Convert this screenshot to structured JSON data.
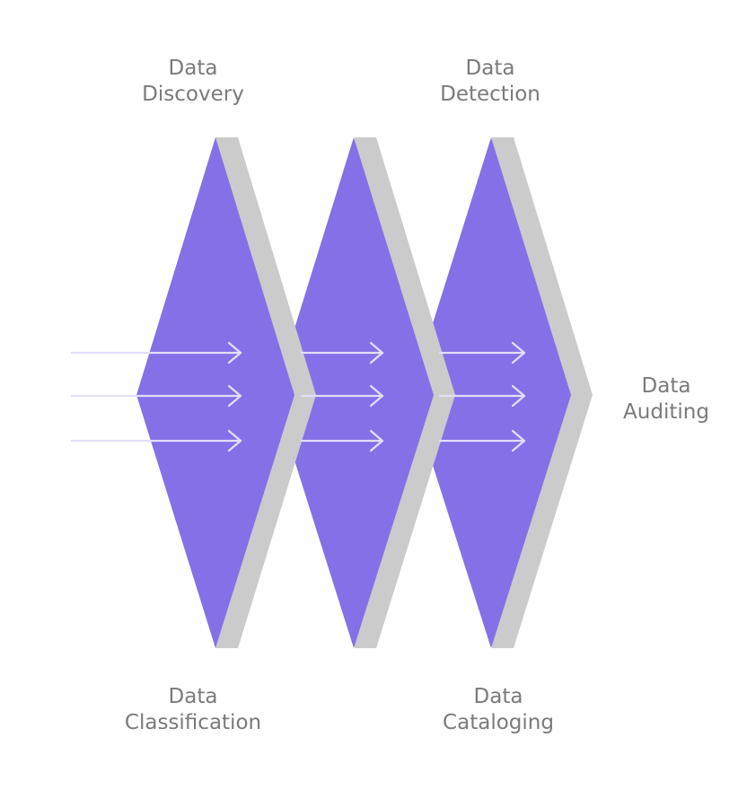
{
  "colors": {
    "panel_fill": "#8570e8",
    "panel_shadow": "#cbcbcb",
    "arrow": "#e4def8",
    "label_text": "#7a7a7a",
    "background": "#ffffff"
  },
  "labels": {
    "discovery": {
      "line1": "Data",
      "line2": "Discovery"
    },
    "detection": {
      "line1": "Data",
      "line2": "Detection"
    },
    "auditing": {
      "line1": "Data",
      "line2": "Auditing"
    },
    "classification": {
      "line1": "Data",
      "line2": "Classification"
    },
    "cataloging": {
      "line1": "Data",
      "line2": "Cataloging"
    }
  },
  "icons": {
    "arrow": "arrow-right-icon"
  }
}
